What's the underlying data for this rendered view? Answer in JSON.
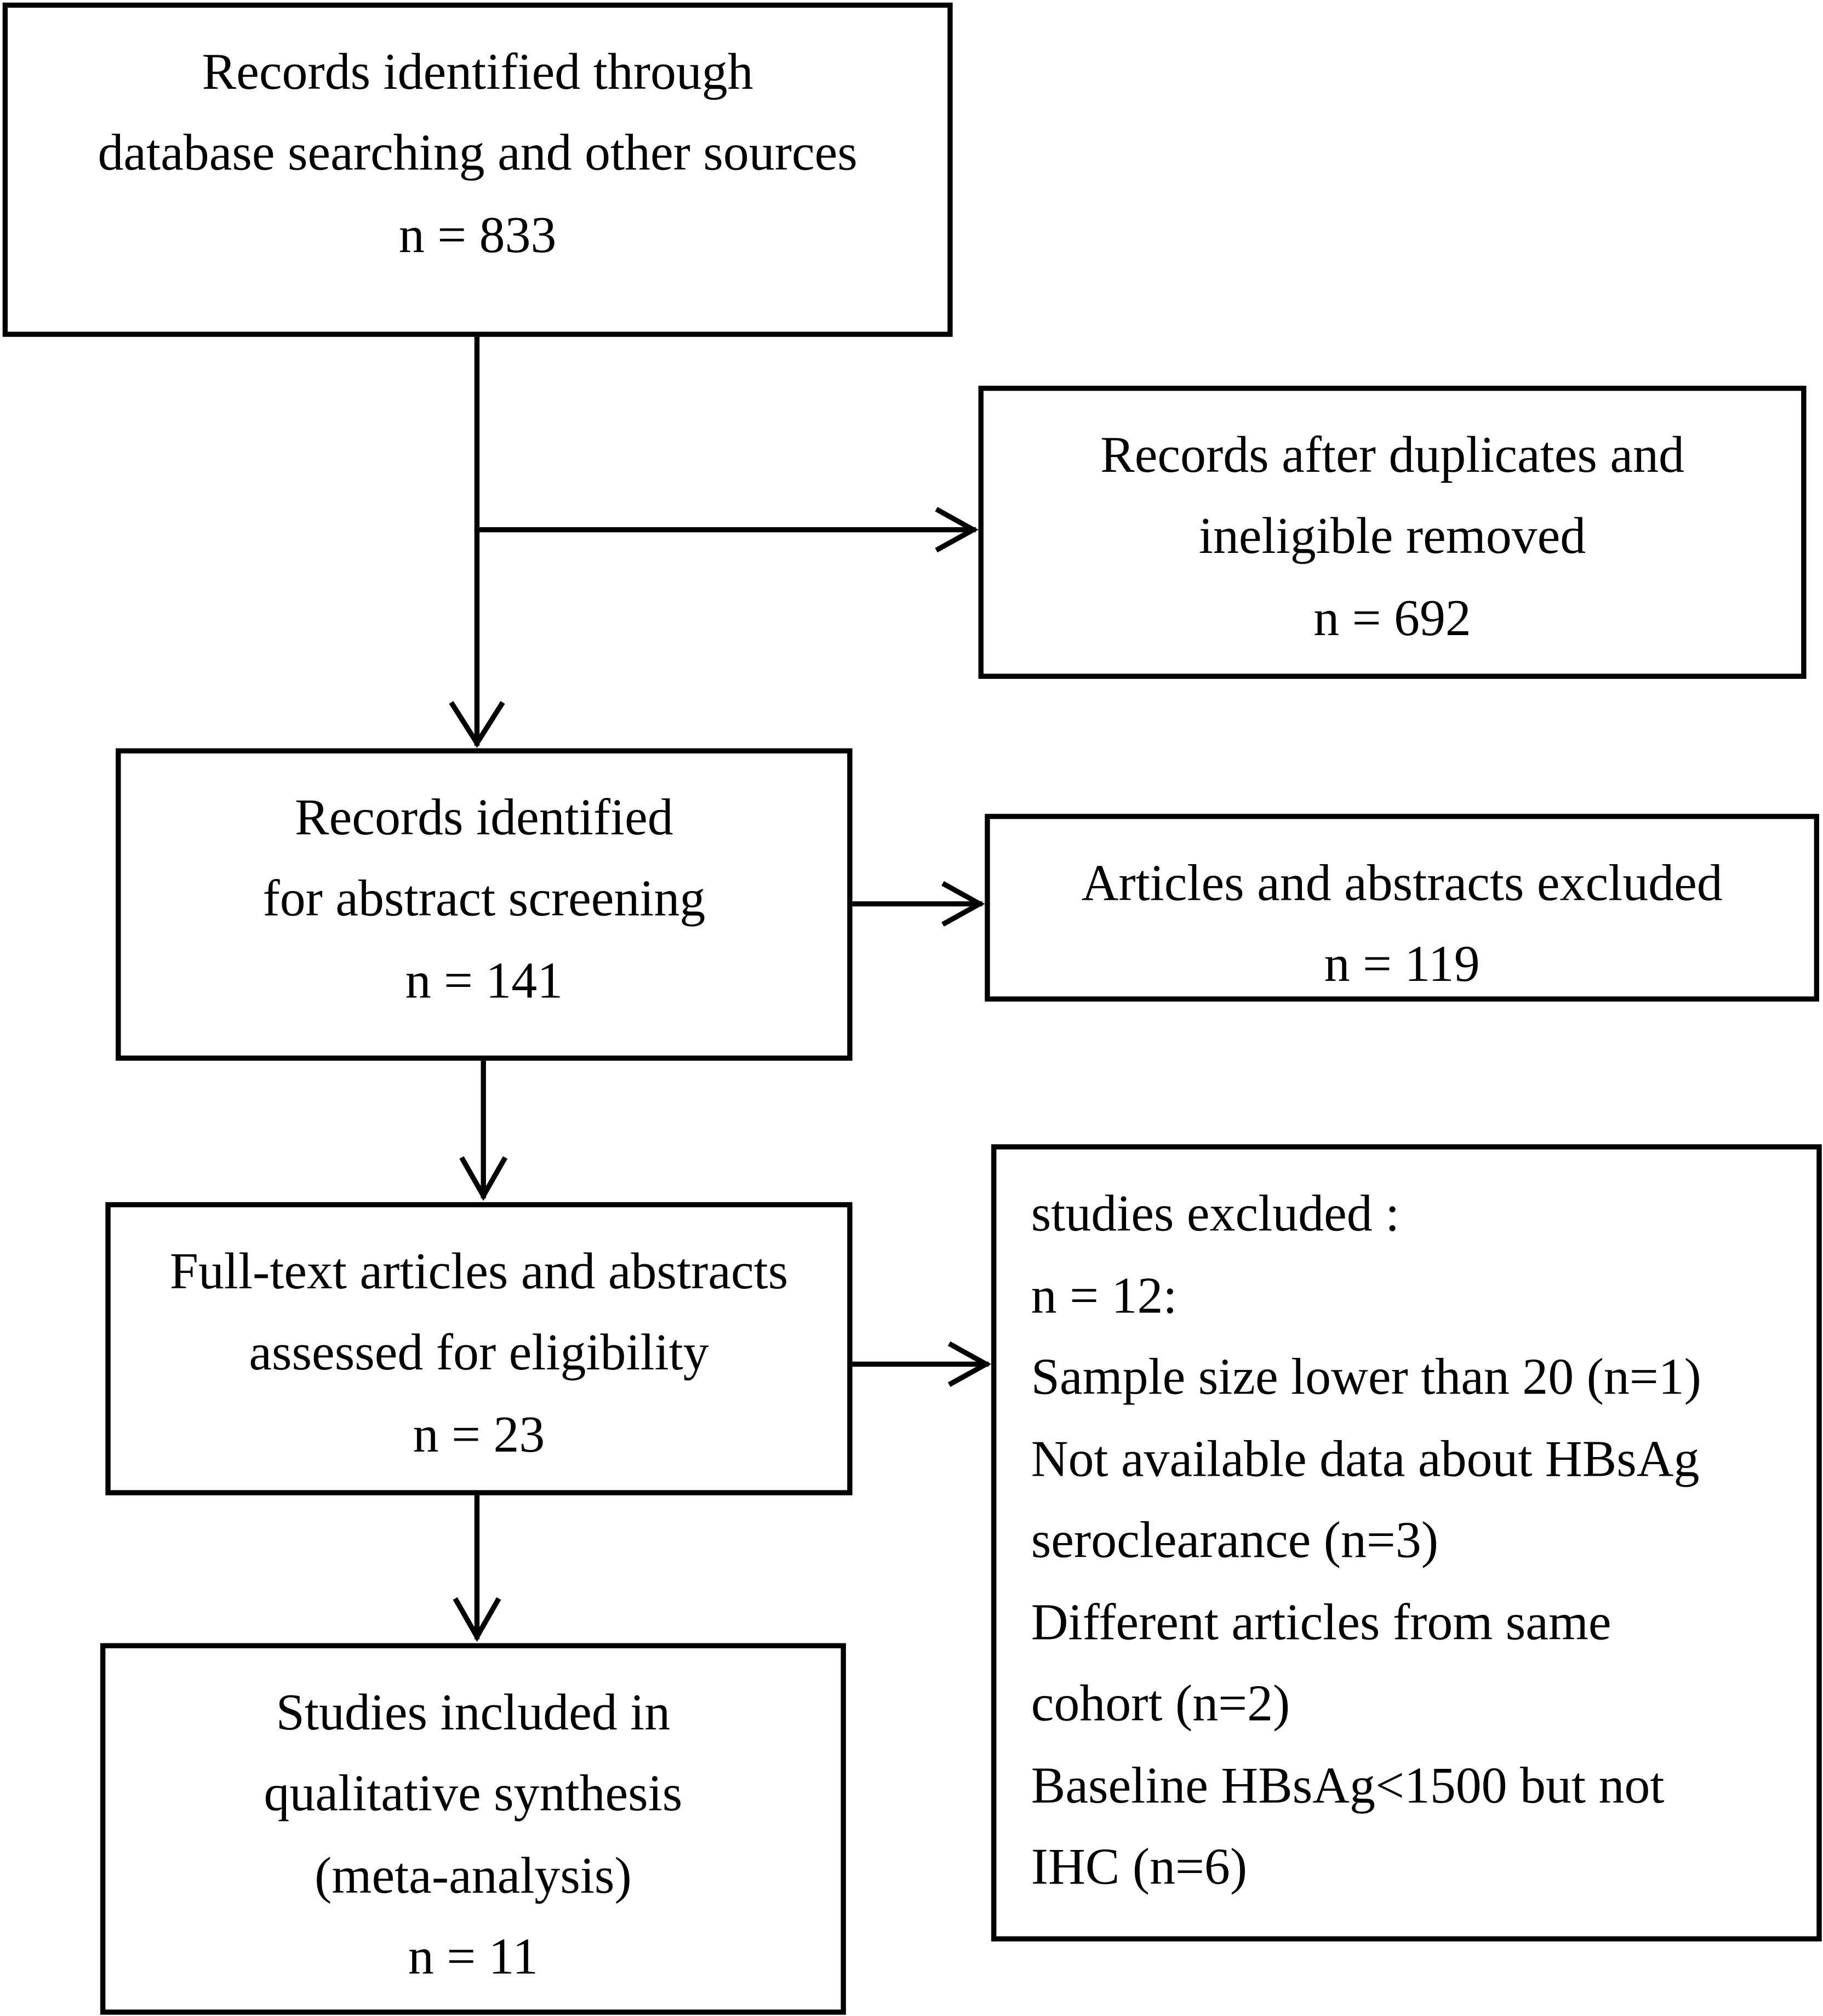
{
  "boxes": {
    "identified": {
      "lines": [
        "Records identified through",
        "database searching and other sources",
        "n = 833"
      ]
    },
    "after_duplicates": {
      "lines": [
        "Records after duplicates and",
        "ineligible removed",
        "n = 692"
      ]
    },
    "abstract_screening": {
      "lines": [
        "Records identified",
        "for abstract screening",
        "n = 141"
      ]
    },
    "excluded_articles": {
      "lines": [
        "Articles and abstracts excluded",
        "n = 119"
      ]
    },
    "full_text": {
      "lines": [
        "Full-text articles and abstracts",
        "assessed for eligibility",
        "n = 23"
      ]
    },
    "studies_excluded": {
      "lines": [
        "studies excluded :",
        "n = 12:",
        "Sample size lower than 20 (n=1)",
        "Not available data about HBsAg",
        "seroclearance (n=3)",
        "Different articles from same",
        "cohort (n=2)",
        "Baseline HBsAg<1500 but not",
        "IHC (n=6)"
      ]
    },
    "included": {
      "lines": [
        "Studies included in",
        "qualitative synthesis",
        "(meta-analysis)",
        "n = 11"
      ]
    }
  }
}
